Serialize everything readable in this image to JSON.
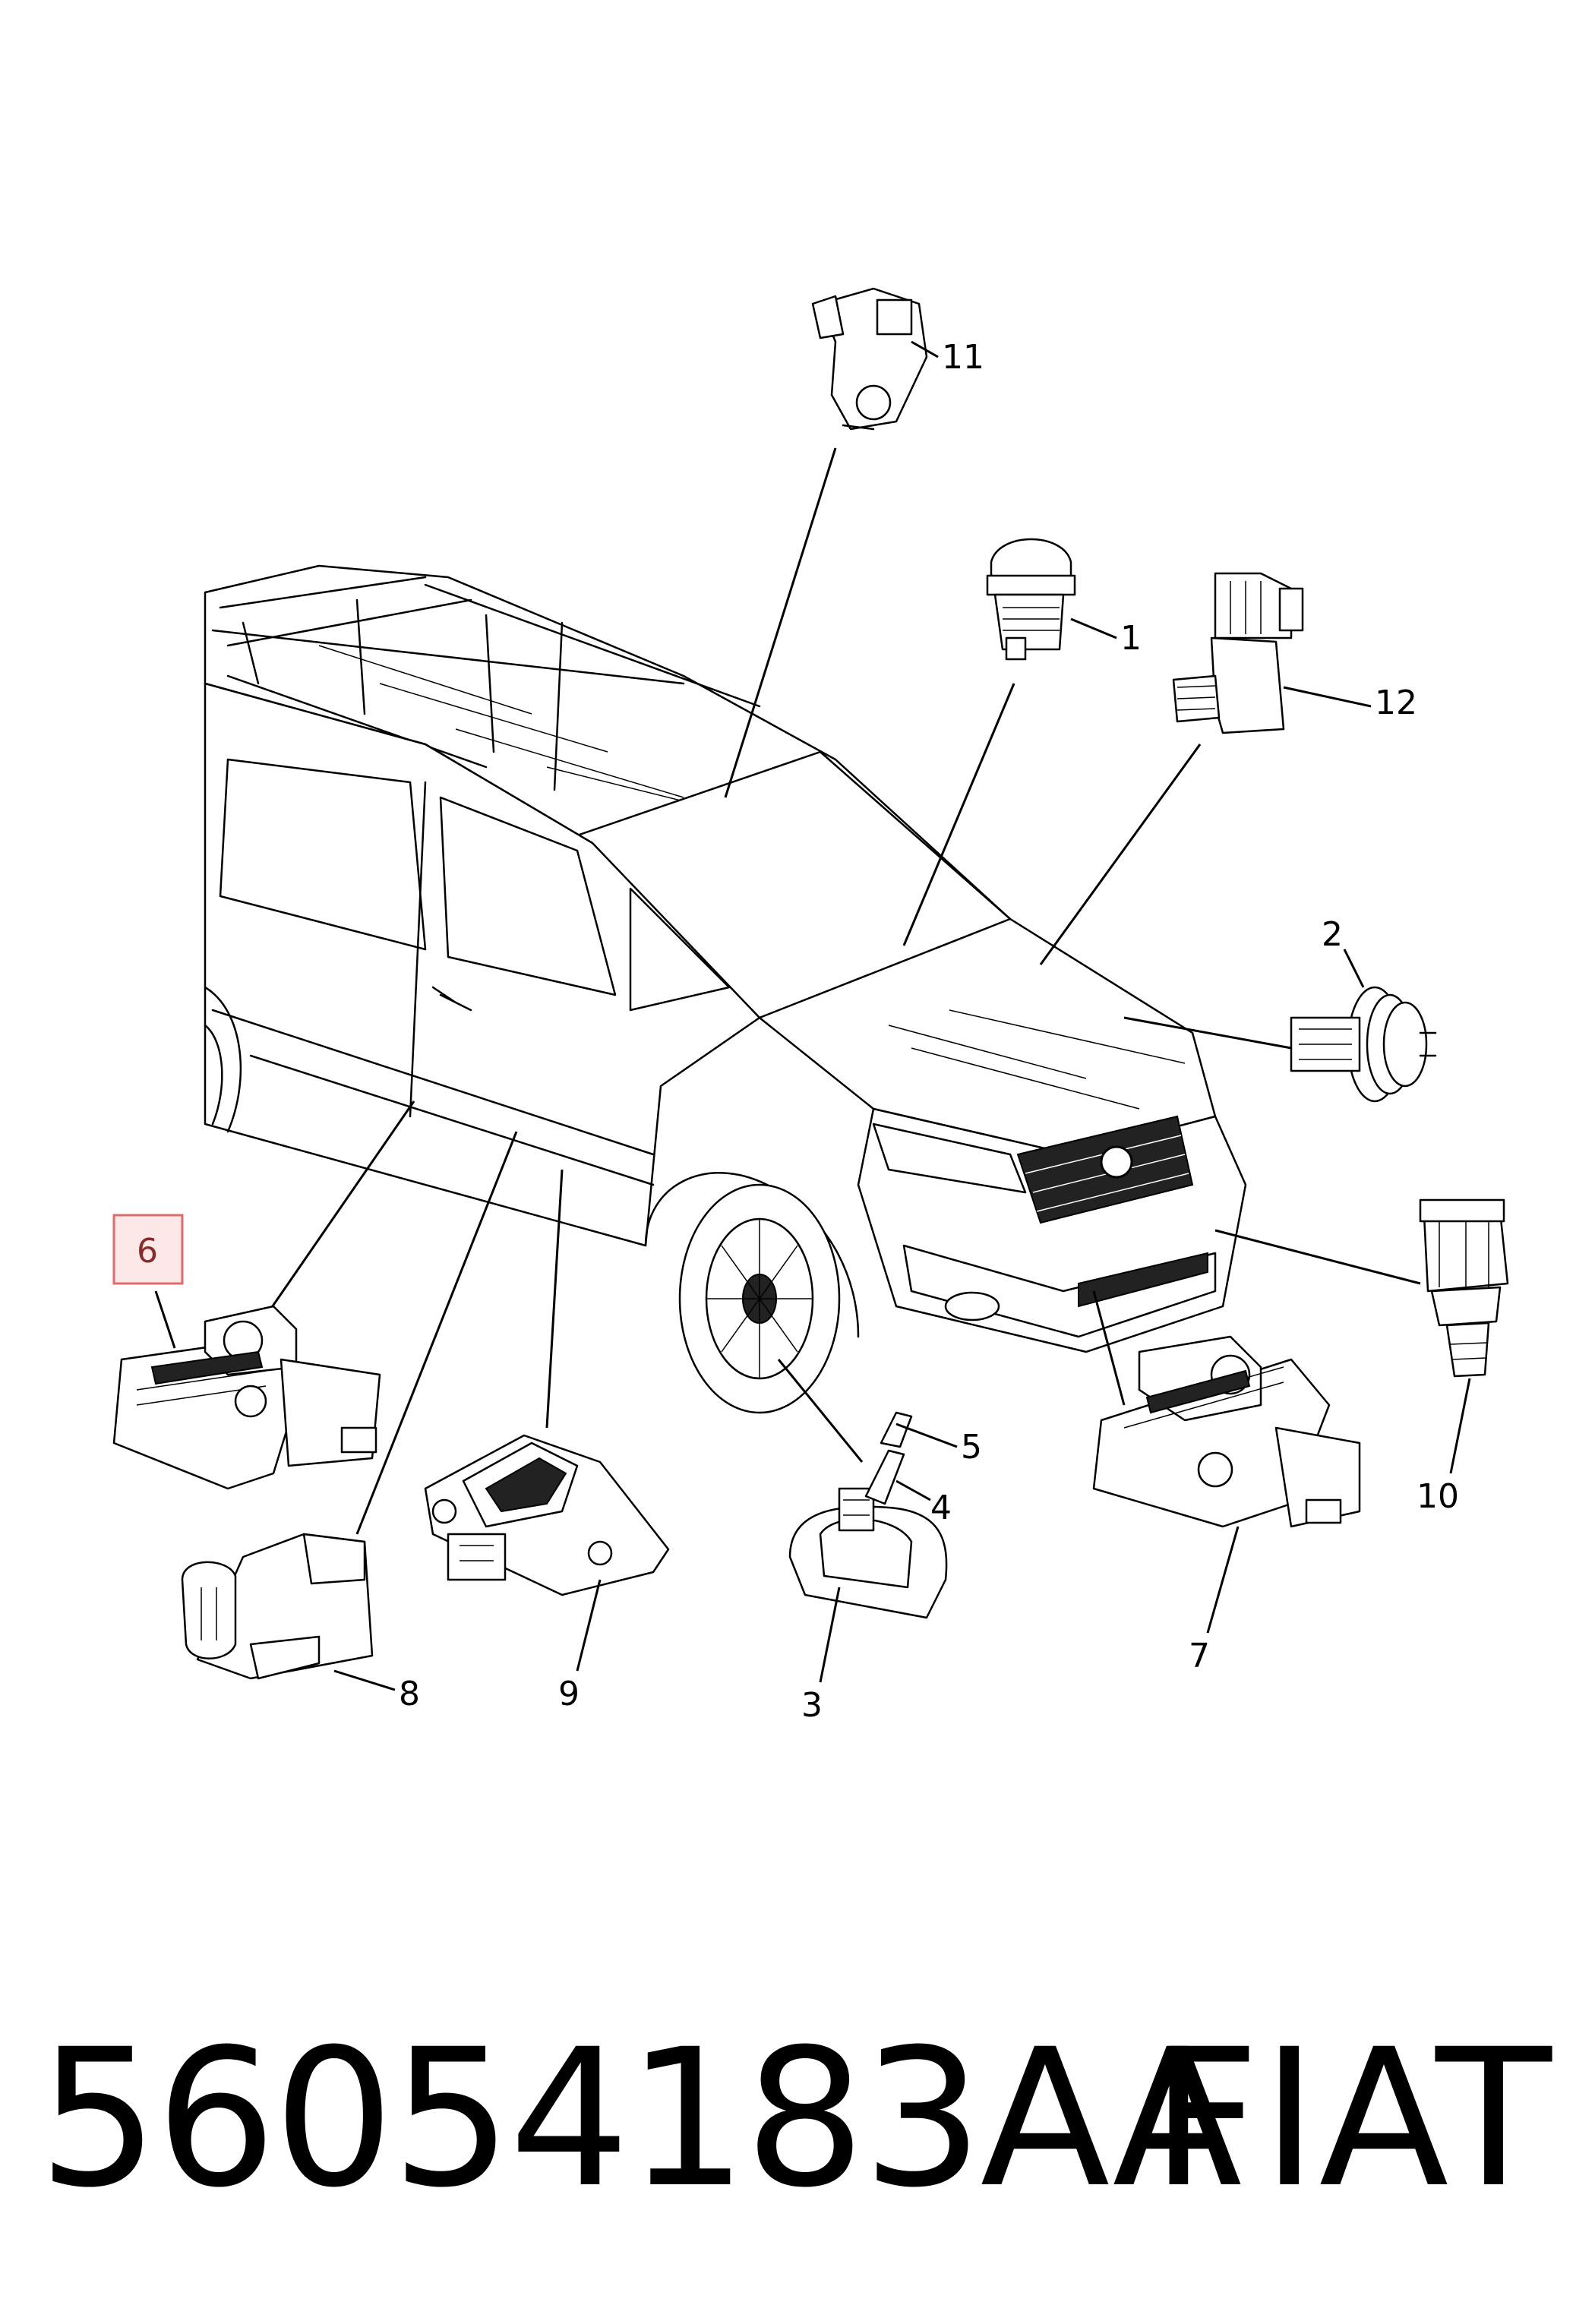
{
  "callouts": {
    "c1": "1",
    "c2": "2",
    "c3": "3",
    "c4": "4",
    "c5": "5",
    "c6": "6",
    "c7": "7",
    "c8": "8",
    "c9": "9",
    "c10": "10",
    "c11": "11",
    "c12": "12"
  },
  "highlight_color": "#e06b6b",
  "footer": {
    "part_number": "56054183AA",
    "brand": "FIAT"
  }
}
